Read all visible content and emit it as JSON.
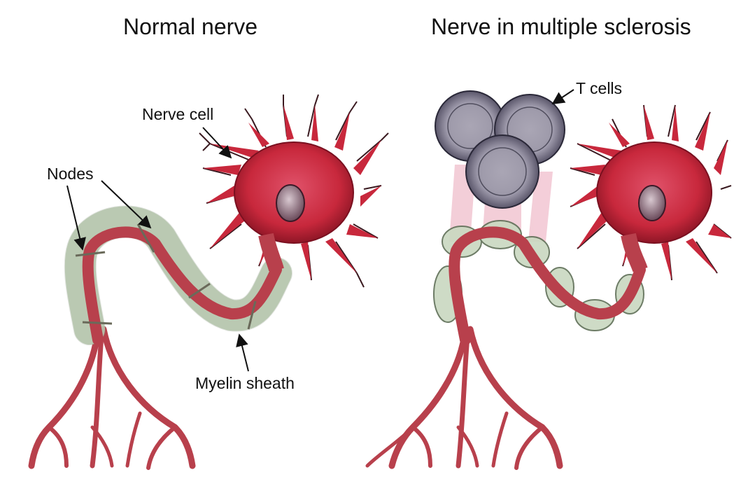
{
  "titles": {
    "normal": "Normal nerve",
    "ms": "Nerve in multiple sclerosis"
  },
  "labels": {
    "nerve_cell": "Nerve cell",
    "nodes": "Nodes",
    "myelin_sheath": "Myelin sheath",
    "t_cells": "T cells"
  },
  "colors": {
    "cell_body": "#c8283c",
    "cell_body_light": "#e0526a",
    "axon": "#b8404c",
    "myelin": "#c9d8c0",
    "tcell": "#9a96a6",
    "tcell_light": "#ece8f2",
    "inflammation": "#f2c6d2",
    "nucleus": "#8a6a78"
  }
}
